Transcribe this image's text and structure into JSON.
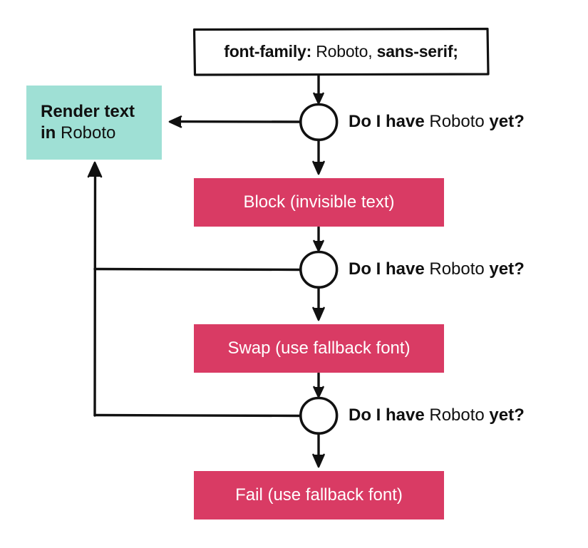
{
  "diagram": {
    "title": "CSS font-display loading flowchart",
    "colors": {
      "teal": "#9FE0D5",
      "crimson": "#D93B64",
      "ink": "#101010",
      "white": "#FFFFFF"
    },
    "code_box": {
      "property": "font-family:",
      "value_font": " Roboto,",
      "fallback": " sans-serif;"
    },
    "render_box": {
      "line1": "Render text",
      "line2_bold": "in ",
      "line2_font": "Roboto"
    },
    "questions": [
      {
        "lead": "Do I have ",
        "font": "Roboto",
        "tail": " yet?"
      },
      {
        "lead": "Do I have ",
        "font": "Roboto",
        "tail": " yet?"
      },
      {
        "lead": "Do I have ",
        "font": "Roboto",
        "tail": " yet?"
      }
    ],
    "stages": [
      {
        "label": "Block (invisible text)"
      },
      {
        "label": "Swap (use fallback font)"
      },
      {
        "label": "Fail (use fallback font)"
      }
    ]
  }
}
